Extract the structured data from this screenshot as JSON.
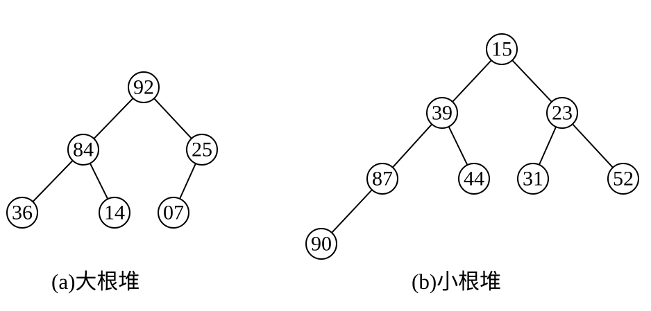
{
  "diagrams": [
    {
      "id": "max-heap",
      "caption": "(a)大根堆",
      "nodes": [
        {
          "id": "a92",
          "label": "92"
        },
        {
          "id": "a84",
          "label": "84"
        },
        {
          "id": "a25",
          "label": "25"
        },
        {
          "id": "a36",
          "label": "36"
        },
        {
          "id": "a14",
          "label": "14"
        },
        {
          "id": "a07",
          "label": "07"
        }
      ],
      "edges": [
        [
          "a92",
          "a84"
        ],
        [
          "a92",
          "a25"
        ],
        [
          "a84",
          "a36"
        ],
        [
          "a84",
          "a14"
        ],
        [
          "a25",
          "a07"
        ]
      ]
    },
    {
      "id": "min-heap",
      "caption": "(b)小根堆",
      "nodes": [
        {
          "id": "b15",
          "label": "15"
        },
        {
          "id": "b39",
          "label": "39"
        },
        {
          "id": "b23",
          "label": "23"
        },
        {
          "id": "b87",
          "label": "87"
        },
        {
          "id": "b44",
          "label": "44"
        },
        {
          "id": "b31",
          "label": "31"
        },
        {
          "id": "b52",
          "label": "52"
        },
        {
          "id": "b90",
          "label": "90"
        }
      ],
      "edges": [
        [
          "b15",
          "b39"
        ],
        [
          "b15",
          "b23"
        ],
        [
          "b39",
          "b87"
        ],
        [
          "b39",
          "b44"
        ],
        [
          "b23",
          "b31"
        ],
        [
          "b23",
          "b52"
        ],
        [
          "b87",
          "b90"
        ]
      ]
    }
  ],
  "colors": {
    "stroke": "#000000",
    "fill": "#ffffff",
    "text": "#000000"
  }
}
